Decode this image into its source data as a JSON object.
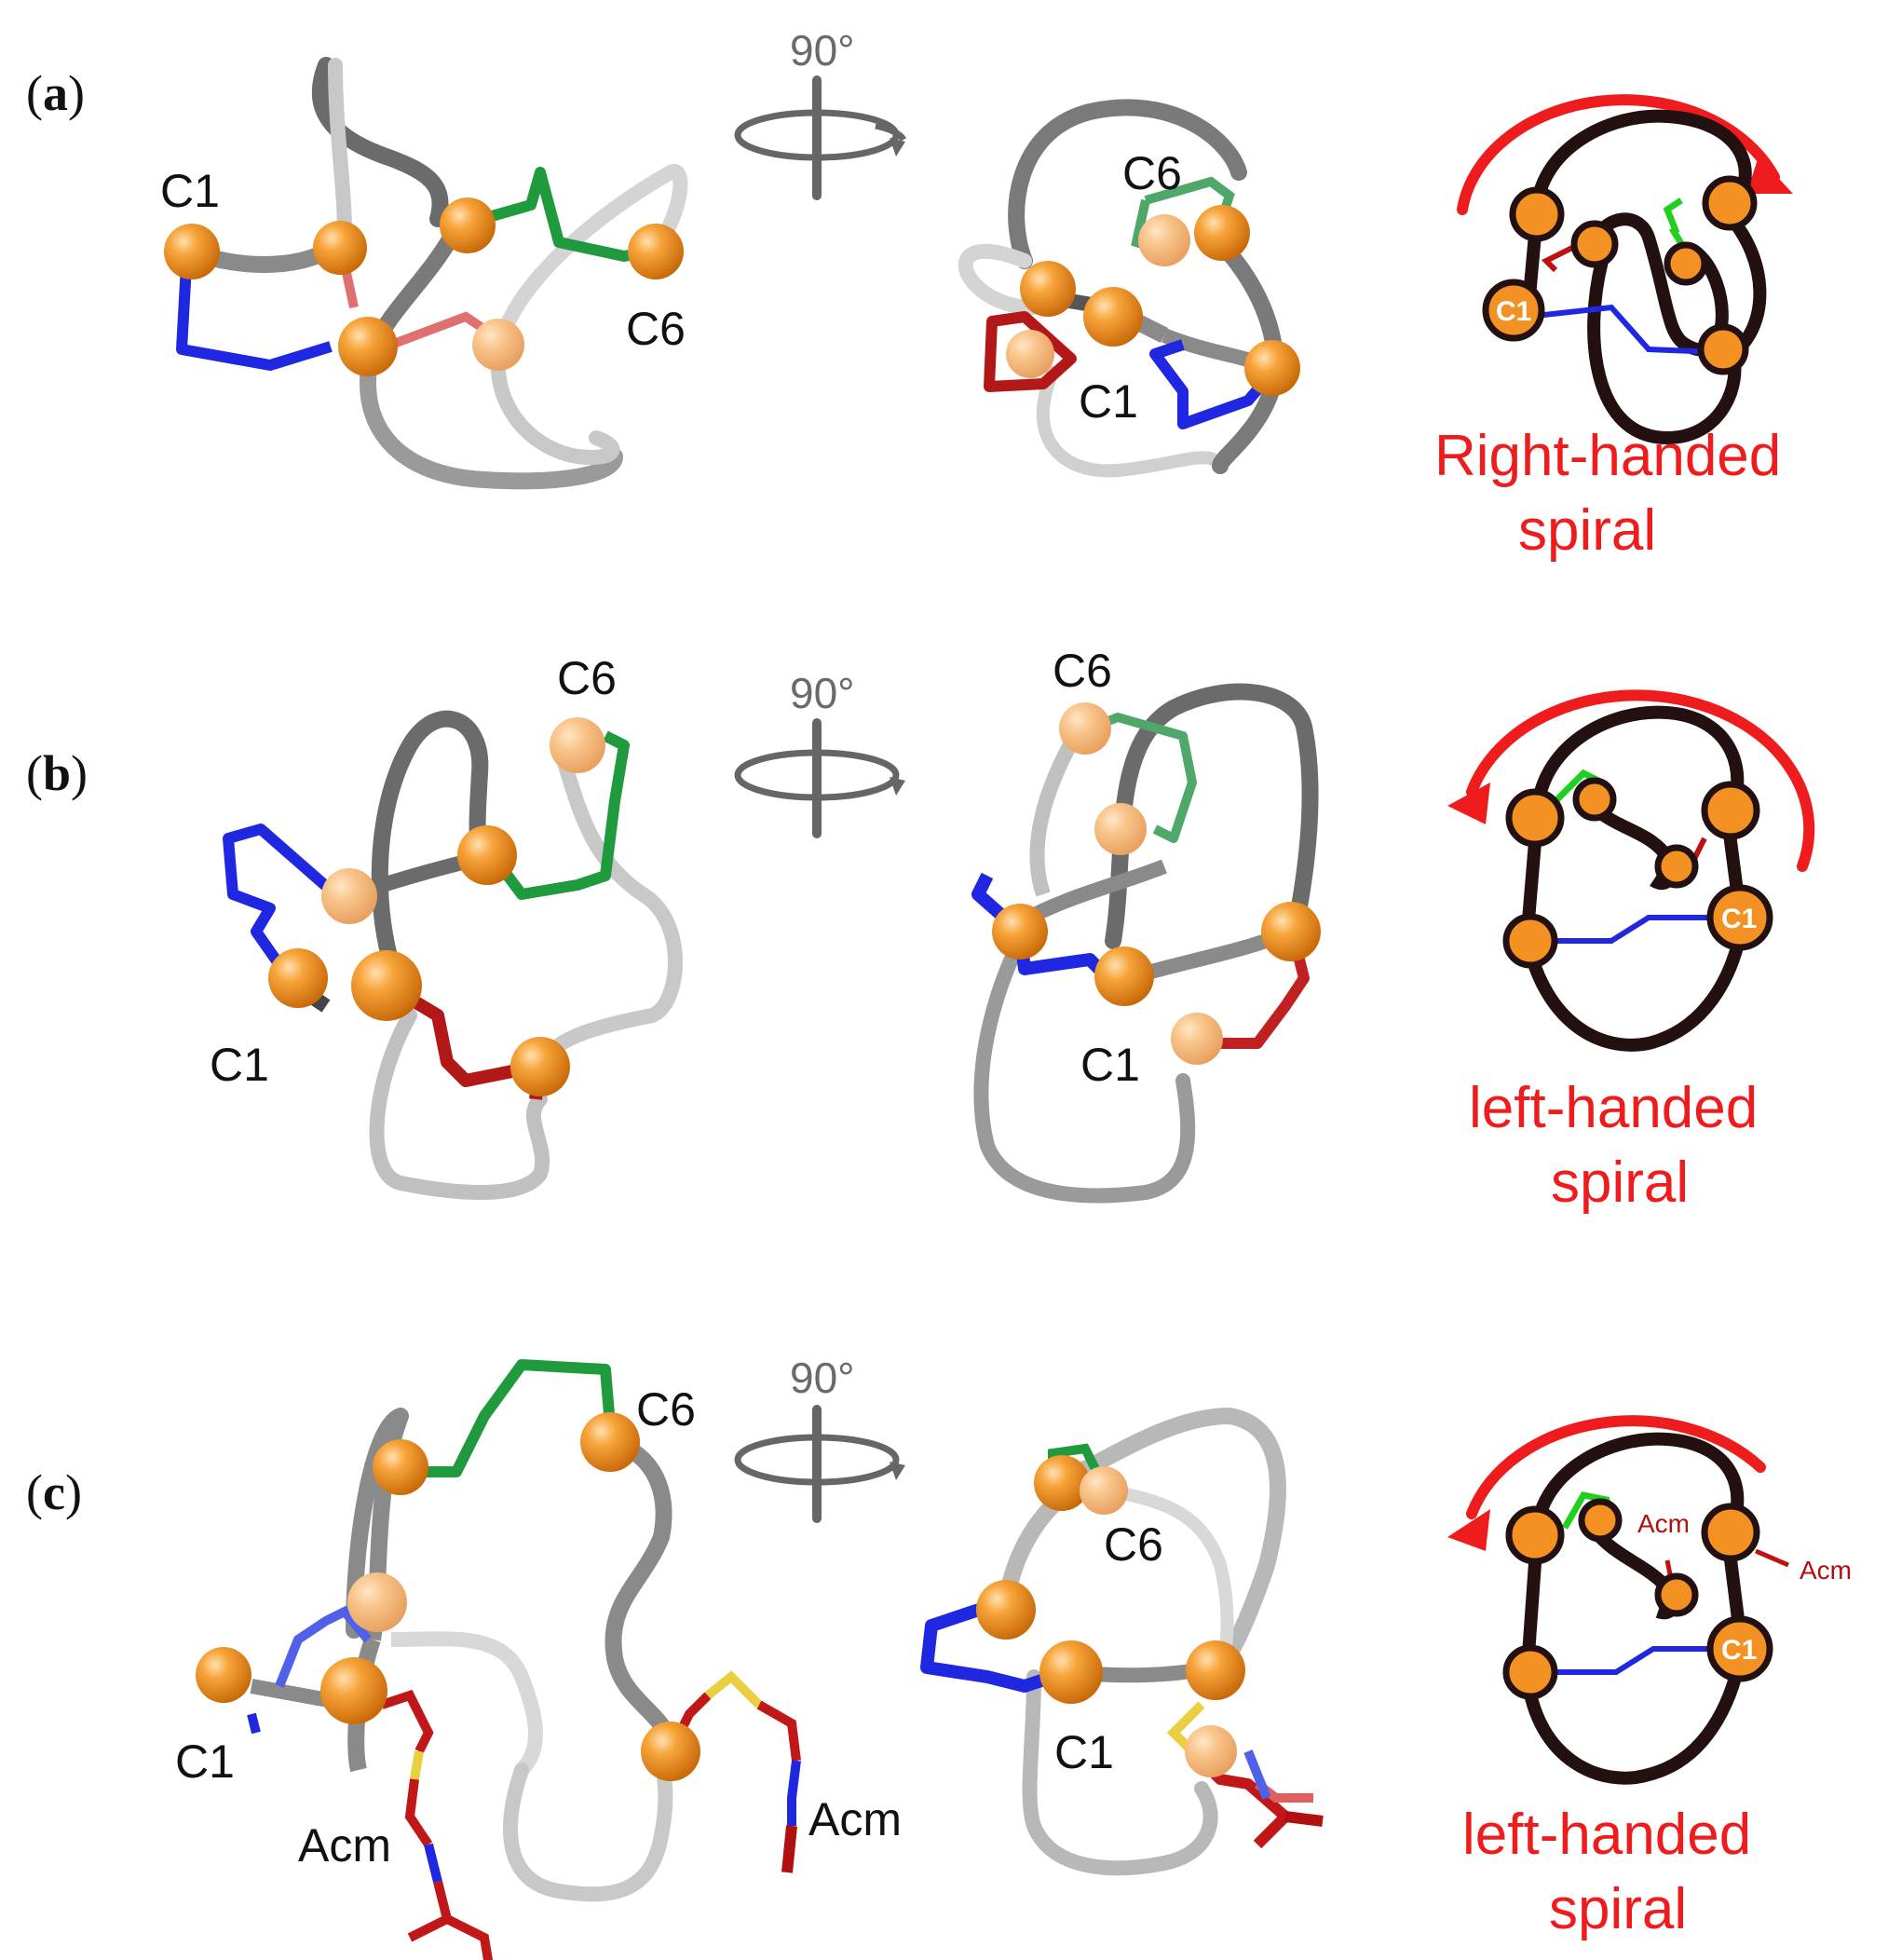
{
  "panels": [
    {
      "label": "a",
      "rotation": "90°",
      "c1": "C1",
      "c6": "C6",
      "spiral_line1": "Right-handed",
      "spiral_line2": "spiral"
    },
    {
      "label": "b",
      "rotation": "90°",
      "c1": "C1",
      "c6": "C6",
      "spiral_line1": "left-handed",
      "spiral_line2": "spiral"
    },
    {
      "label": "c",
      "rotation": "90°",
      "c1": "C1",
      "c6": "C6",
      "acm": "Acm",
      "spiral_line1": "left-handed",
      "spiral_line2": "spiral"
    }
  ],
  "colors": {
    "bond_blue": "#1f28e0",
    "bond_green": "#1f9a3c",
    "bond_red": "#b31818",
    "atom_orange": "#f39222",
    "backbone_dark": "#6b6b6b",
    "backbone_light": "#c8c8c8",
    "schematic_dark": "#231010",
    "arrow_red": "#ee1c1c"
  }
}
